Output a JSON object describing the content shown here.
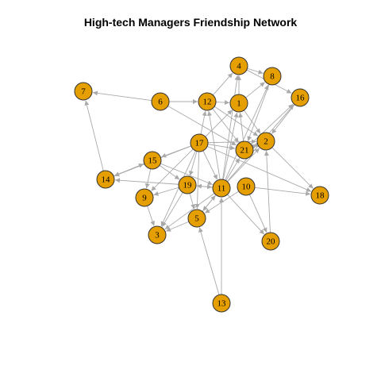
{
  "title": "High-tech Managers Friendship Network",
  "colors": {
    "node_fill": "#E69F00",
    "node_stroke": "#333333",
    "edge": "#A9A9A9",
    "background": "#FFFFFF"
  },
  "network": {
    "directed": true,
    "nodes": [
      "1",
      "2",
      "3",
      "4",
      "5",
      "6",
      "7",
      "8",
      "9",
      "10",
      "11",
      "12",
      "13",
      "14",
      "15",
      "16",
      "17",
      "18",
      "19",
      "20",
      "21"
    ],
    "edges": [
      [
        "17",
        "2"
      ],
      [
        "17",
        "11"
      ],
      [
        "17",
        "15"
      ],
      [
        "17",
        "12"
      ],
      [
        "17",
        "5"
      ],
      [
        "17",
        "21"
      ],
      [
        "17",
        "14"
      ],
      [
        "17",
        "3"
      ],
      [
        "17",
        "18"
      ],
      [
        "17",
        "9"
      ],
      [
        "17",
        "19"
      ],
      [
        "17",
        "1"
      ],
      [
        "11",
        "1"
      ],
      [
        "11",
        "2"
      ],
      [
        "11",
        "4"
      ],
      [
        "11",
        "5"
      ],
      [
        "11",
        "8"
      ],
      [
        "11",
        "19"
      ],
      [
        "11",
        "12"
      ],
      [
        "11",
        "16"
      ],
      [
        "11",
        "21"
      ],
      [
        "11",
        "20"
      ],
      [
        "11",
        "3"
      ],
      [
        "13",
        "11"
      ],
      [
        "13",
        "5"
      ],
      [
        "12",
        "4"
      ],
      [
        "12",
        "1"
      ],
      [
        "12",
        "21"
      ],
      [
        "12",
        "2"
      ],
      [
        "6",
        "7"
      ],
      [
        "6",
        "12"
      ],
      [
        "6",
        "21"
      ],
      [
        "14",
        "7"
      ],
      [
        "14",
        "15"
      ],
      [
        "15",
        "19"
      ],
      [
        "15",
        "11"
      ],
      [
        "15",
        "14"
      ],
      [
        "15",
        "9"
      ],
      [
        "19",
        "5"
      ],
      [
        "19",
        "3"
      ],
      [
        "19",
        "14"
      ],
      [
        "19",
        "9"
      ],
      [
        "19",
        "11"
      ],
      [
        "10",
        "18"
      ],
      [
        "10",
        "20"
      ],
      [
        "10",
        "5"
      ],
      [
        "21",
        "2"
      ],
      [
        "21",
        "16"
      ],
      [
        "21",
        "1"
      ],
      [
        "1",
        "4"
      ],
      [
        "1",
        "8"
      ],
      [
        "1",
        "2"
      ],
      [
        "4",
        "8"
      ],
      [
        "4",
        "16"
      ],
      [
        "2",
        "18"
      ],
      [
        "2",
        "21"
      ],
      [
        "16",
        "2"
      ],
      [
        "8",
        "21"
      ],
      [
        "5",
        "3"
      ],
      [
        "5",
        "11"
      ],
      [
        "20",
        "2"
      ],
      [
        "9",
        "3"
      ]
    ]
  }
}
